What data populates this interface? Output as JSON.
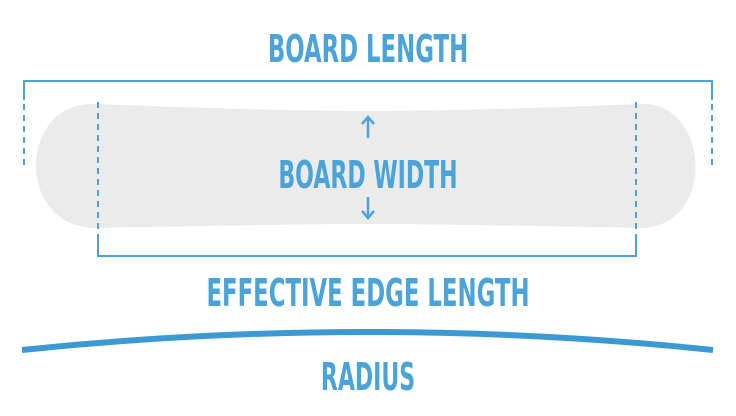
{
  "labels": {
    "board_length": "BOARD LENGTH",
    "board_width": "BOARD WIDTH",
    "effective_edge_length": "EFFECTIVE EDGE LENGTH",
    "radius": "RADIUS"
  },
  "colors": {
    "accent": "#4aa3d9",
    "board_fill": "#ebebeb",
    "background": "#ffffff"
  }
}
